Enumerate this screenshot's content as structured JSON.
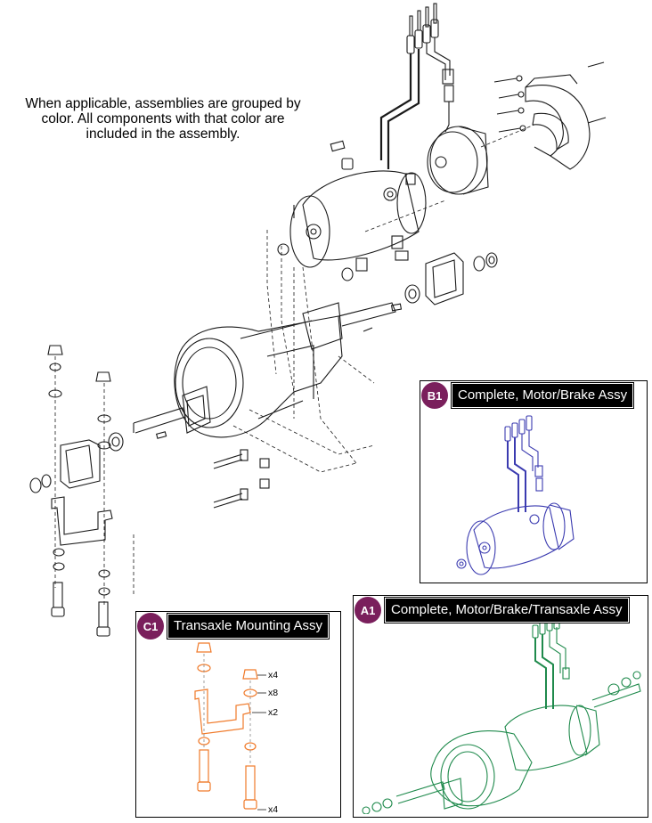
{
  "note": "When applicable, assemblies are grouped by color. All components with that color are included in the assembly.",
  "colors": {
    "line": "#1a1a1a",
    "badge": "#7a1f5c",
    "motor_brake": "#3b3bb0",
    "transaxle": "#1f8a4c",
    "mounting": "#f07a2a"
  },
  "panels": {
    "b1": {
      "badge": "B1",
      "title": "Complete, Motor/Brake Assy"
    },
    "a1": {
      "badge": "A1",
      "title": "Complete, Motor/Brake/Transaxle Assy"
    },
    "c1": {
      "badge": "C1",
      "title": "Transaxle Mounting Assy",
      "quantities": [
        "x4",
        "x8",
        "x2",
        "x4"
      ]
    }
  }
}
